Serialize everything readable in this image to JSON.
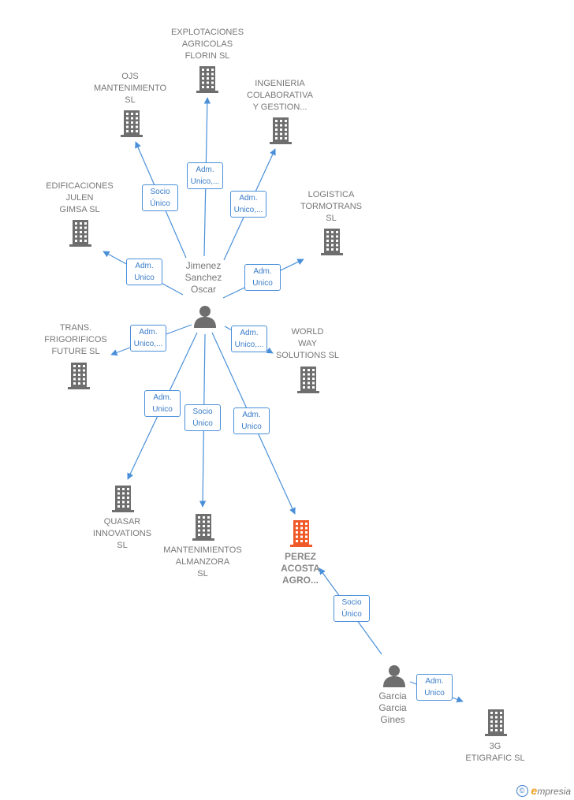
{
  "companies": [
    {
      "id": "explotaciones",
      "label": "EXPLOTACIONES\nAGRICOLAS\nFLORIN  SL"
    },
    {
      "id": "ojs",
      "label": "OJS\nMANTENIMIENTO\nSL"
    },
    {
      "id": "ingenieria",
      "label": "INGENIERIA\nCOLABORATIVA\nY GESTION..."
    },
    {
      "id": "edificaciones",
      "label": "EDIFICACIONES\nJULEN\nGIMSA SL"
    },
    {
      "id": "logistica",
      "label": "LOGISTICA\nTORMOTRANS\nSL"
    },
    {
      "id": "trans",
      "label": "TRANS.\nFRIGORIFICOS\nFUTURE  SL"
    },
    {
      "id": "world",
      "label": "WORLD\nWAY\nSOLUTIONS  SL"
    },
    {
      "id": "quasar",
      "label": "QUASAR\nINNOVATIONS\nSL"
    },
    {
      "id": "mantenimientos",
      "label": "MANTENIMIENTOS\nALMANZORA\nSL"
    },
    {
      "id": "perez",
      "label": "PEREZ\nACOSTA\nAGRO...",
      "focus": true,
      "color": "#f05a28"
    },
    {
      "id": "etigrafic",
      "label": "3G\nETIGRAFIC  SL"
    }
  ],
  "persons": [
    {
      "id": "jimenez",
      "label": "Jimenez\nSanchez\nOscar"
    },
    {
      "id": "garcia",
      "label": "Garcia\nGarcia\nGines"
    }
  ],
  "edges": [
    {
      "from": "jimenez",
      "to": "explotaciones",
      "label": "Adm.\nUnico,..."
    },
    {
      "from": "jimenez",
      "to": "ojs",
      "label": "Socio\nÚnico"
    },
    {
      "from": "jimenez",
      "to": "ingenieria",
      "label": "Adm.\nUnico,..."
    },
    {
      "from": "jimenez",
      "to": "edificaciones",
      "label": "Adm.\nUnico"
    },
    {
      "from": "jimenez",
      "to": "logistica",
      "label": "Adm.\nUnico"
    },
    {
      "from": "jimenez",
      "to": "trans",
      "label": "Adm.\nUnico,..."
    },
    {
      "from": "jimenez",
      "to": "world",
      "label": "Adm.\nUnico,..."
    },
    {
      "from": "jimenez",
      "to": "quasar",
      "label": "Adm.\nUnico"
    },
    {
      "from": "jimenez",
      "to": "mantenimientos",
      "label": "Socio\nÚnico"
    },
    {
      "from": "jimenez",
      "to": "perez",
      "label": "Adm.\nUnico"
    },
    {
      "from": "garcia",
      "to": "perez",
      "label": "Socio\nÚnico"
    },
    {
      "from": "garcia",
      "to": "etigrafic",
      "label": "Adm.\nUnico"
    }
  ],
  "colors": {
    "edge": "#4a90d9",
    "building": "#6e6e6e",
    "focus_building": "#f05a28",
    "person": "#6e6e6e"
  },
  "footer": {
    "copyright_symbol": "©",
    "brand_initial": "e",
    "brand_rest": "mpresia"
  }
}
